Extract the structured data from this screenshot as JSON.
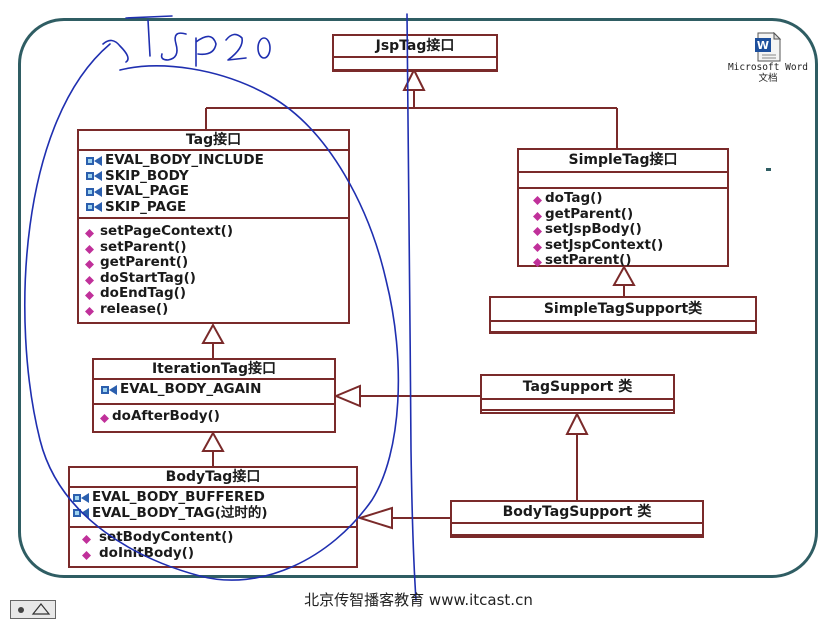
{
  "footer": {
    "text": "北京传智播客教育 www.itcast.cn"
  },
  "desktop_icon": {
    "label_line1": "Microsoft Word",
    "label_line2": "文档",
    "icon": "word-doc-icon"
  },
  "classes": {
    "jsptag": {
      "title": "JspTag接口",
      "fields": [],
      "methods": []
    },
    "tag": {
      "title": "Tag接口",
      "fields": [
        "EVAL_BODY_INCLUDE",
        "SKIP_BODY",
        "EVAL_PAGE",
        "SKIP_PAGE"
      ],
      "methods": [
        "setPageContext()",
        "setParent()",
        "getParent()",
        "doStartTag()",
        "doEndTag()",
        "release()"
      ]
    },
    "simpletag": {
      "title": "SimpleTag接口",
      "fields": [],
      "methods": [
        "doTag()",
        "getParent()",
        "setJspBody()",
        "setJspContext()",
        "setParent()"
      ]
    },
    "simpletagsupport": {
      "title": "SimpleTagSupport类"
    },
    "iterationtag": {
      "title": "IterationTag接口",
      "fields": [
        "EVAL_BODY_AGAIN"
      ],
      "methods": [
        "doAfterBody()"
      ]
    },
    "tagsupport": {
      "title": "TagSupport 类"
    },
    "bodytag": {
      "title": "BodyTag接口",
      "fields": [
        "EVAL_BODY_BUFFERED",
        "EVAL_BODY_TAG(过时的)"
      ],
      "methods": [
        "setBodyContent()",
        "doInitBody()"
      ]
    },
    "bodytagsupport": {
      "title": "BodyTagSupport 类"
    }
  },
  "colors": {
    "frame": "#2f5d63",
    "uml_border": "#7a2a2a",
    "method_icon": "#c0309a",
    "ink": "#1f2fb0"
  }
}
